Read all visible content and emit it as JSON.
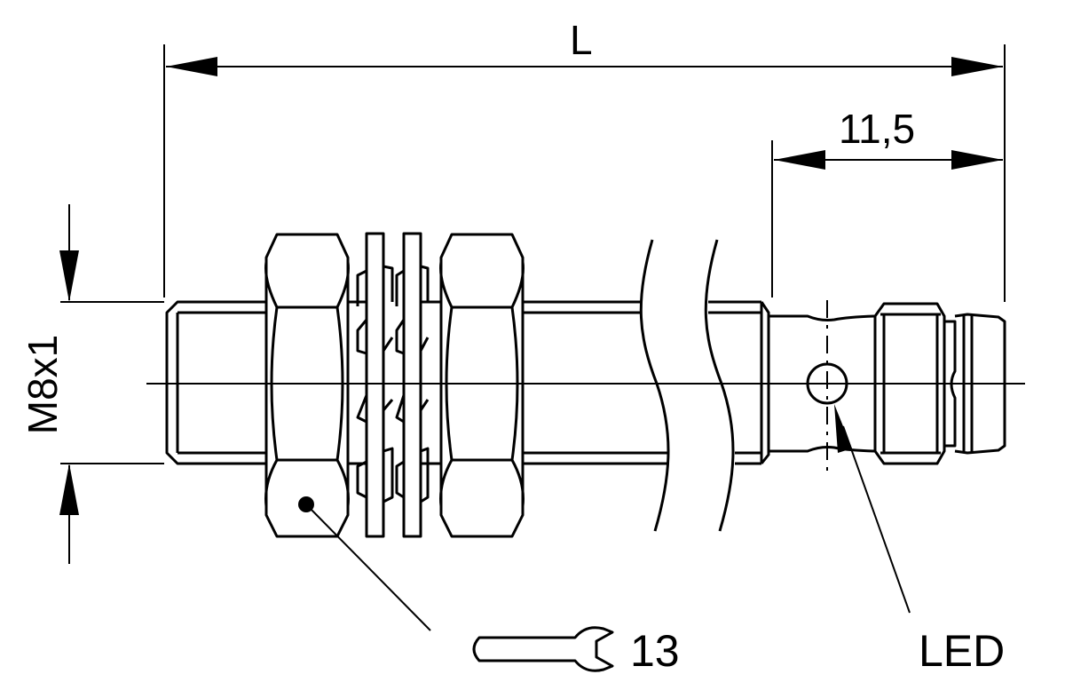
{
  "dimensions": {
    "overall_length": "L",
    "connector_length": "11,5",
    "thread": "M8x1"
  },
  "callouts": {
    "wrench_size": "13",
    "led": "LED"
  },
  "colors": {
    "line": "#000000",
    "background": "#ffffff"
  }
}
